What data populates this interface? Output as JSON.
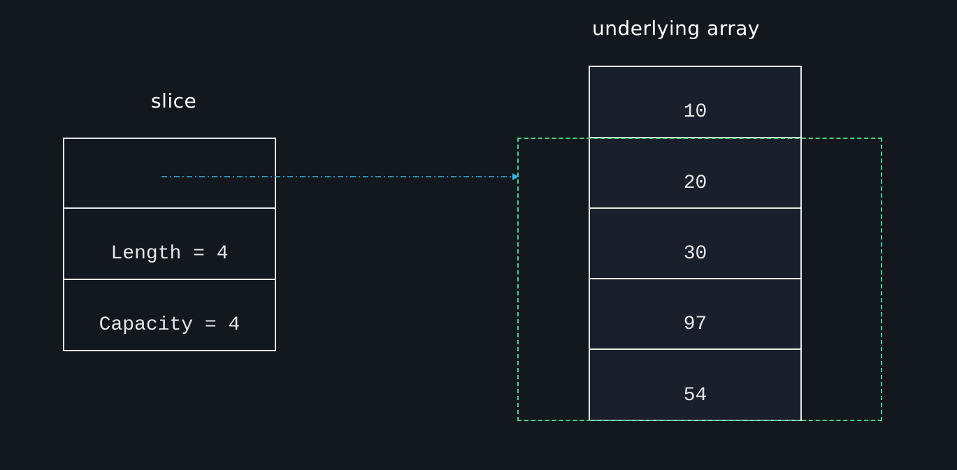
{
  "slice": {
    "title": "slice",
    "fields": [
      "",
      "Length = 4",
      "Capacity = 4"
    ]
  },
  "array": {
    "title": "underlying array",
    "values": [
      "10",
      "20",
      "30",
      "97",
      "54"
    ]
  },
  "colors": {
    "background": "#13181f",
    "box_border": "#e8e8e8",
    "pointer_arrow": "#2fb8e6",
    "window_border": "#3fd58a"
  }
}
